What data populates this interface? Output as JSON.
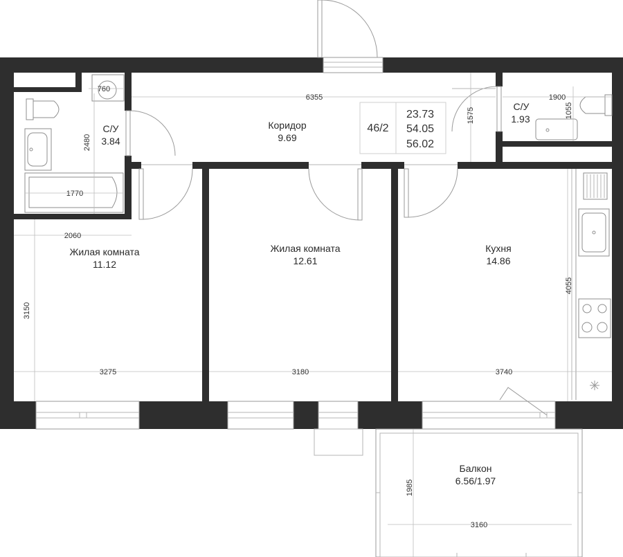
{
  "rooms": {
    "bath_left": {
      "name": "С/У",
      "area": "3.84"
    },
    "bath_right": {
      "name": "С/У",
      "area": "1.93"
    },
    "corridor": {
      "name": "Коридор",
      "area": "9.69"
    },
    "living_left": {
      "name": "Жилая комната",
      "area": "11.12"
    },
    "living_mid": {
      "name": "Жилая комната",
      "area": "12.61"
    },
    "kitchen": {
      "name": "Кухня",
      "area": "14.86"
    },
    "balcony": {
      "name": "Балкон",
      "area": "6.56/1.97"
    }
  },
  "apartment": {
    "number": "46/2",
    "areas": [
      "23.73",
      "54.05",
      "56.02"
    ]
  },
  "dimensions": {
    "d760": "760",
    "d6355": "6355",
    "d1900": "1900",
    "d1055": "1055",
    "d1575": "1575",
    "d2480": "2480",
    "d1770": "1770",
    "d2060": "2060",
    "d3150": "3150",
    "d3275": "3275",
    "d3180": "3180",
    "d3740": "3740",
    "d4055": "4055",
    "d1985": "1985",
    "d3160": "3160"
  }
}
